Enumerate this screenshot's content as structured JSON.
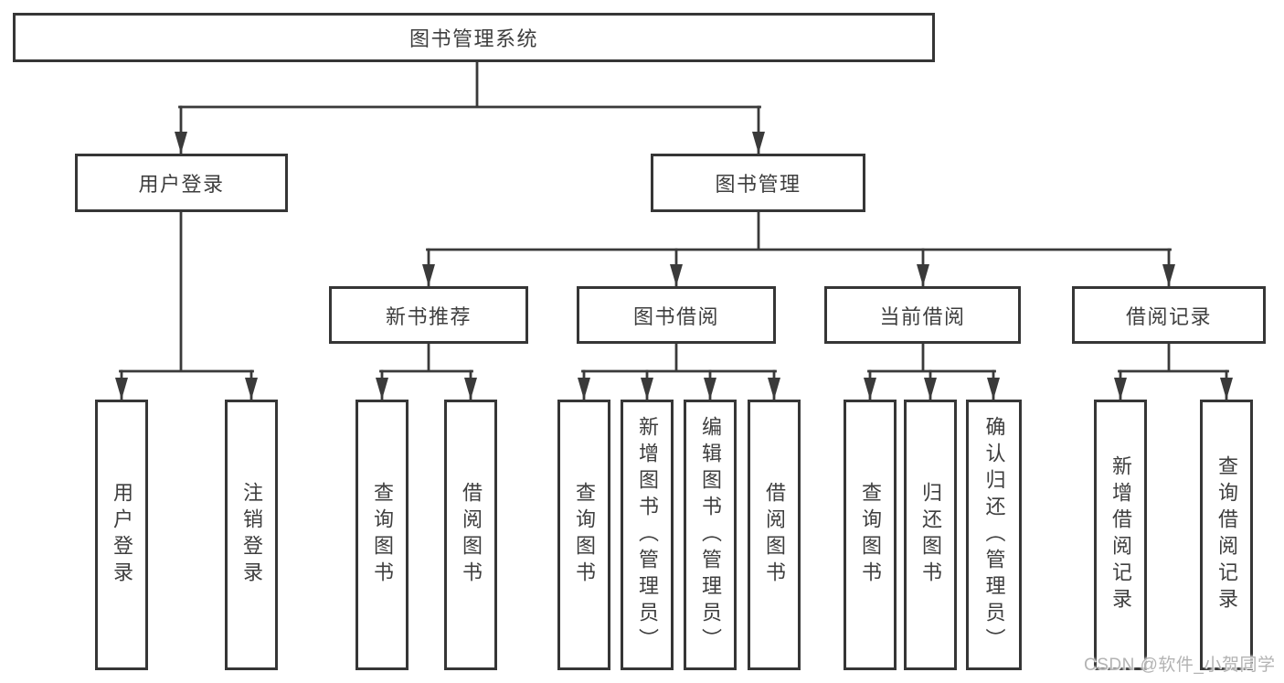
{
  "diagram": {
    "root": "图书管理系统",
    "branches": [
      {
        "label": "用户登录",
        "leaves": [
          "用户登录",
          "注销登录"
        ]
      },
      {
        "label": "图书管理",
        "sections": [
          {
            "label": "新书推荐",
            "leaves": [
              "查询图书",
              "借阅图书"
            ]
          },
          {
            "label": "图书借阅",
            "leaves": [
              "查询图书",
              "新增图书（管理员）",
              "编辑图书（管理员）",
              "借阅图书"
            ]
          },
          {
            "label": "当前借阅",
            "leaves": [
              "查询图书",
              "归还图书",
              "确认归还（管理员）"
            ]
          },
          {
            "label": "借阅记录",
            "leaves": [
              "新增借阅记录",
              "查询借阅记录"
            ]
          }
        ]
      }
    ],
    "colors": {
      "line": "#3a3a3a",
      "border": "#363636",
      "text": "#3e3e3e",
      "watermark": "#b3b3b3",
      "background": "#ffffff"
    },
    "watermark": "CSDN @软件_小贺同学"
  }
}
